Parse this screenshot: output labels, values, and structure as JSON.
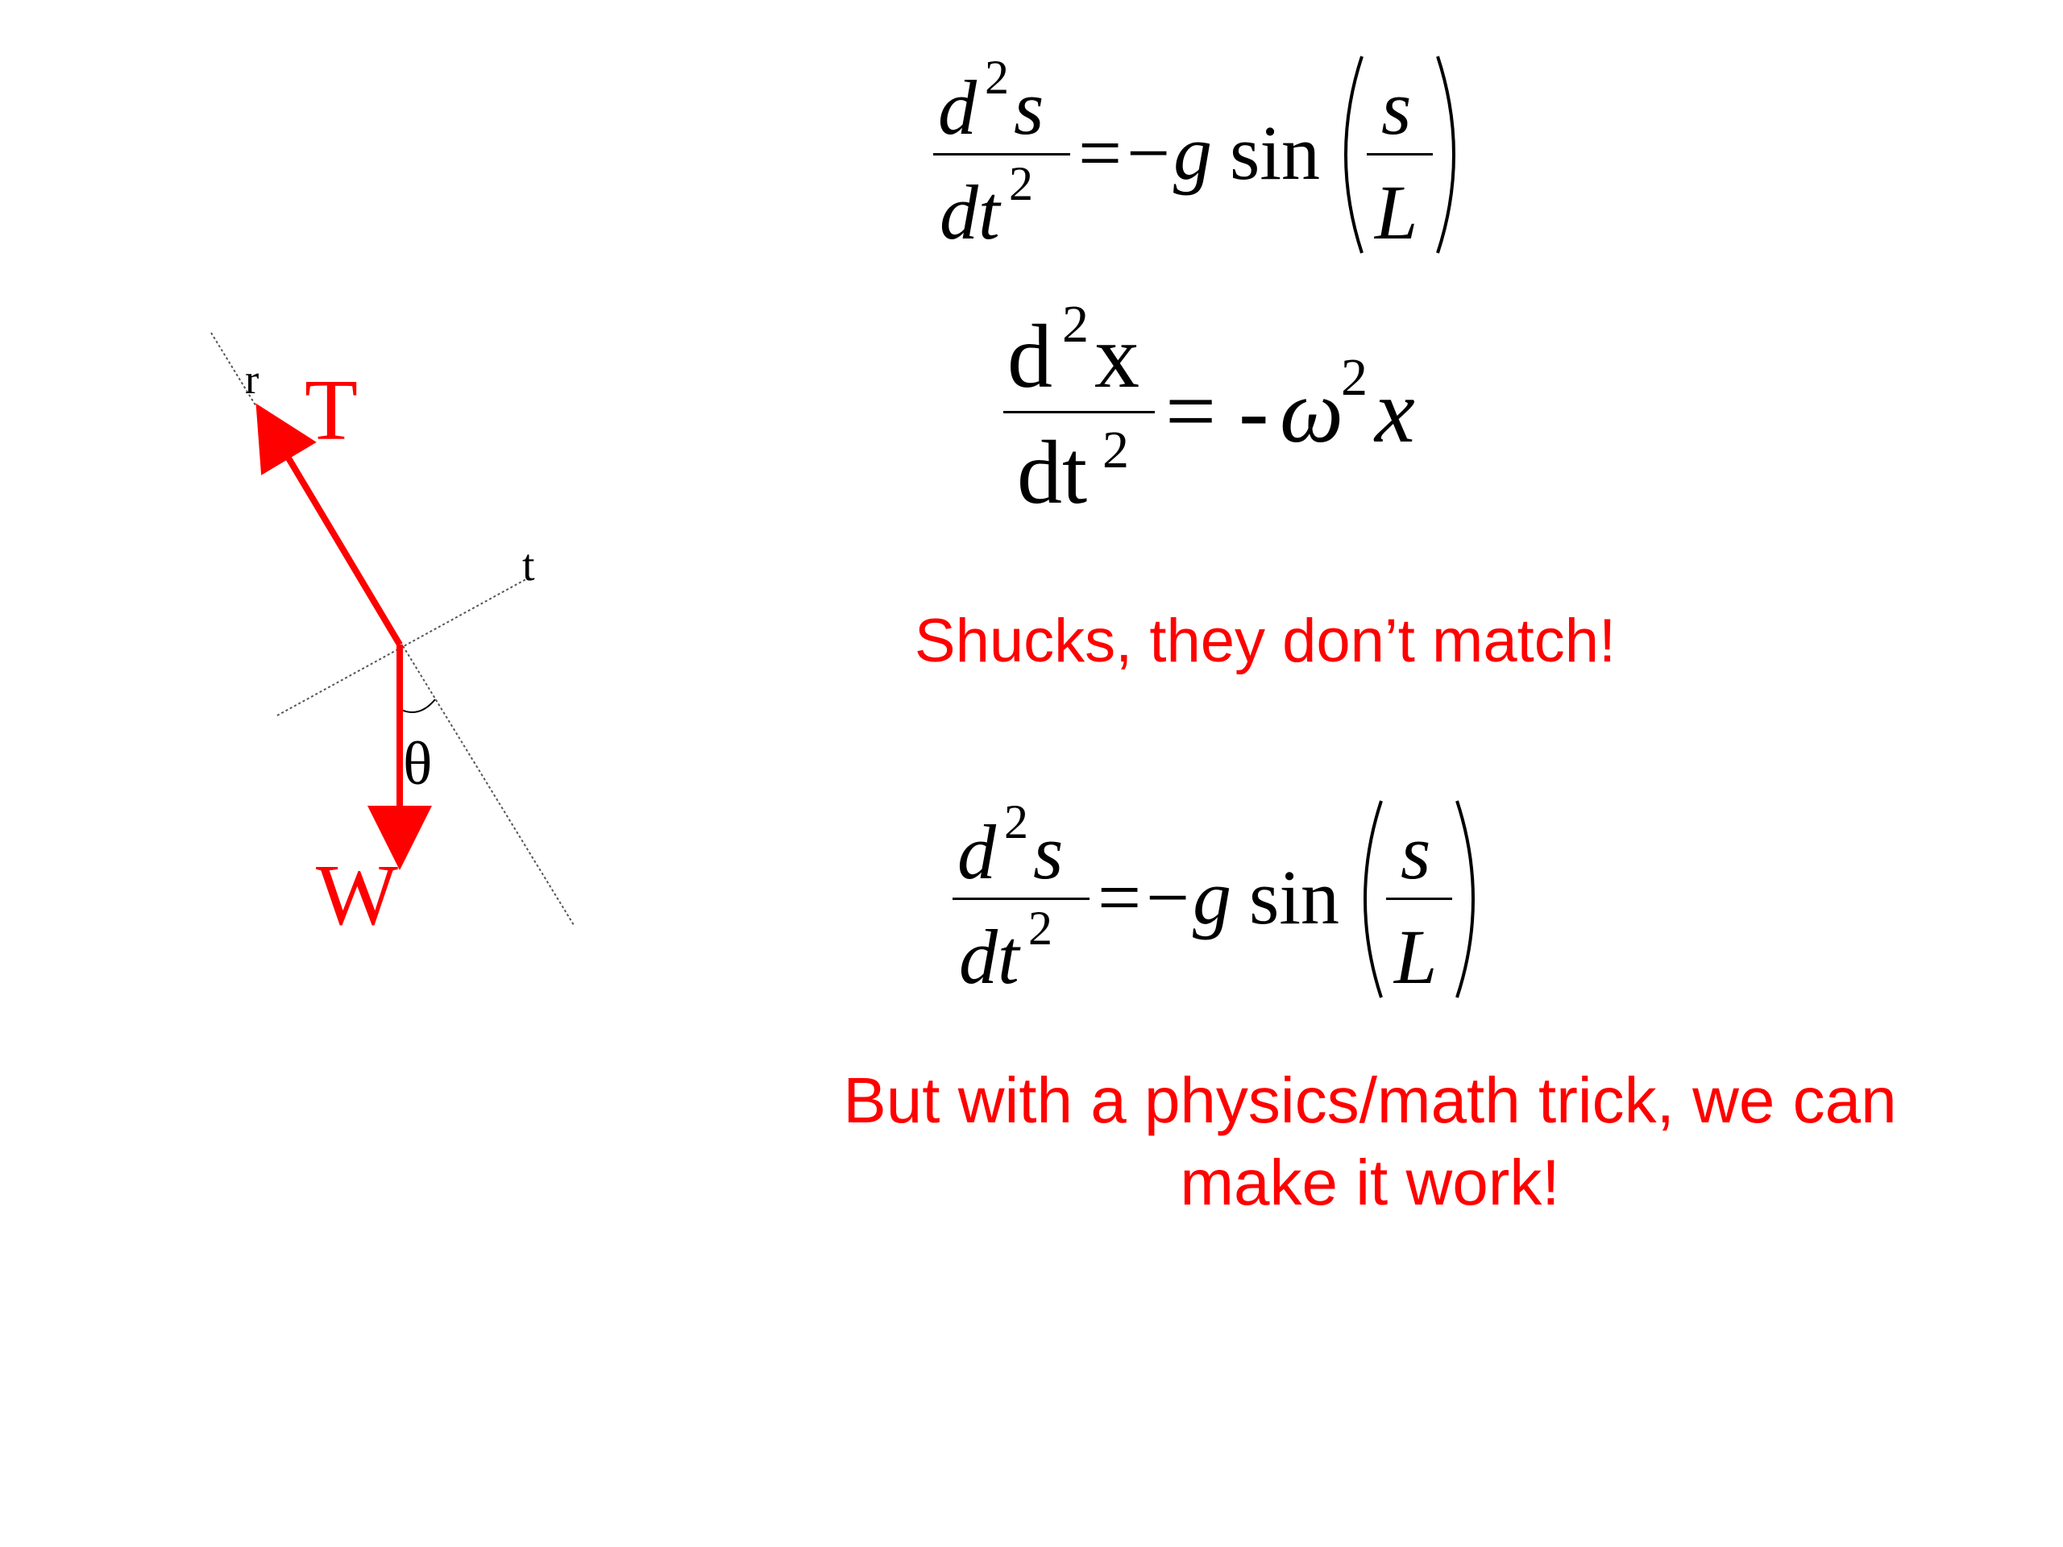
{
  "colors": {
    "force": "#ff0000",
    "axis": "#555555",
    "text": "#000000",
    "caption": "#ff0000"
  },
  "diagram": {
    "tension_label": "T",
    "weight_label": "W",
    "radial_axis_label": "r",
    "tangential_axis_label": "t",
    "angle_label": "θ"
  },
  "eq1": {
    "num_var": "d",
    "num_exp": "2",
    "num_var2": "s",
    "den_var": "dt",
    "den_exp": "2",
    "equals": "=",
    "minus": "−",
    "g": "g",
    "func": "sin",
    "inner_num": "s",
    "inner_den": "L"
  },
  "eq2": {
    "num_var": "d",
    "num_exp": "2",
    "num_var2": "x",
    "den_var": "dt",
    "den_exp": "2",
    "rhs": "= -",
    "omega": "ω",
    "omega_exp": "2",
    "x": "x"
  },
  "eq3": {
    "num_var": "d",
    "num_exp": "2",
    "num_var2": "s",
    "den_var": "dt",
    "den_exp": "2",
    "equals": "=",
    "minus": "−",
    "g": "g",
    "func": "sin",
    "inner_num": "s",
    "inner_den": "L"
  },
  "caption1": "Shucks, they don’t match!",
  "caption2_line1": "But with a physics/math trick, we can",
  "caption2_line2": "make it work!"
}
